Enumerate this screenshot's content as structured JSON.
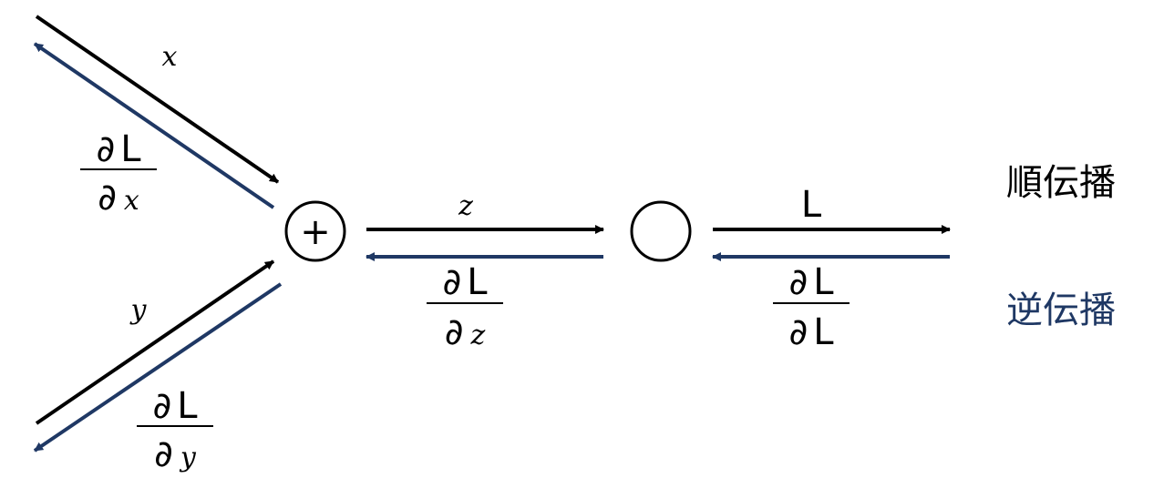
{
  "colors": {
    "forward": "#000000",
    "backward": "#1f3864"
  },
  "nodes": {
    "add": {
      "symbol": "+"
    },
    "output": {
      "symbol": ""
    }
  },
  "labels": {
    "x": "x",
    "y": "y",
    "z": "z",
    "L": "L"
  },
  "gradients": {
    "dx": {
      "num_d": "∂",
      "num_v": "L",
      "den_d": "∂",
      "den_v": "x"
    },
    "dy": {
      "num_d": "∂",
      "num_v": "L",
      "den_d": "∂",
      "den_v": "y"
    },
    "dz": {
      "num_d": "∂",
      "num_v": "L",
      "den_d": "∂",
      "den_v": "z"
    },
    "dL": {
      "num_d": "∂",
      "num_v": "L",
      "den_d": "∂",
      "den_v": "L"
    }
  },
  "legend": {
    "forward": "順伝播",
    "backward": "逆伝播"
  }
}
